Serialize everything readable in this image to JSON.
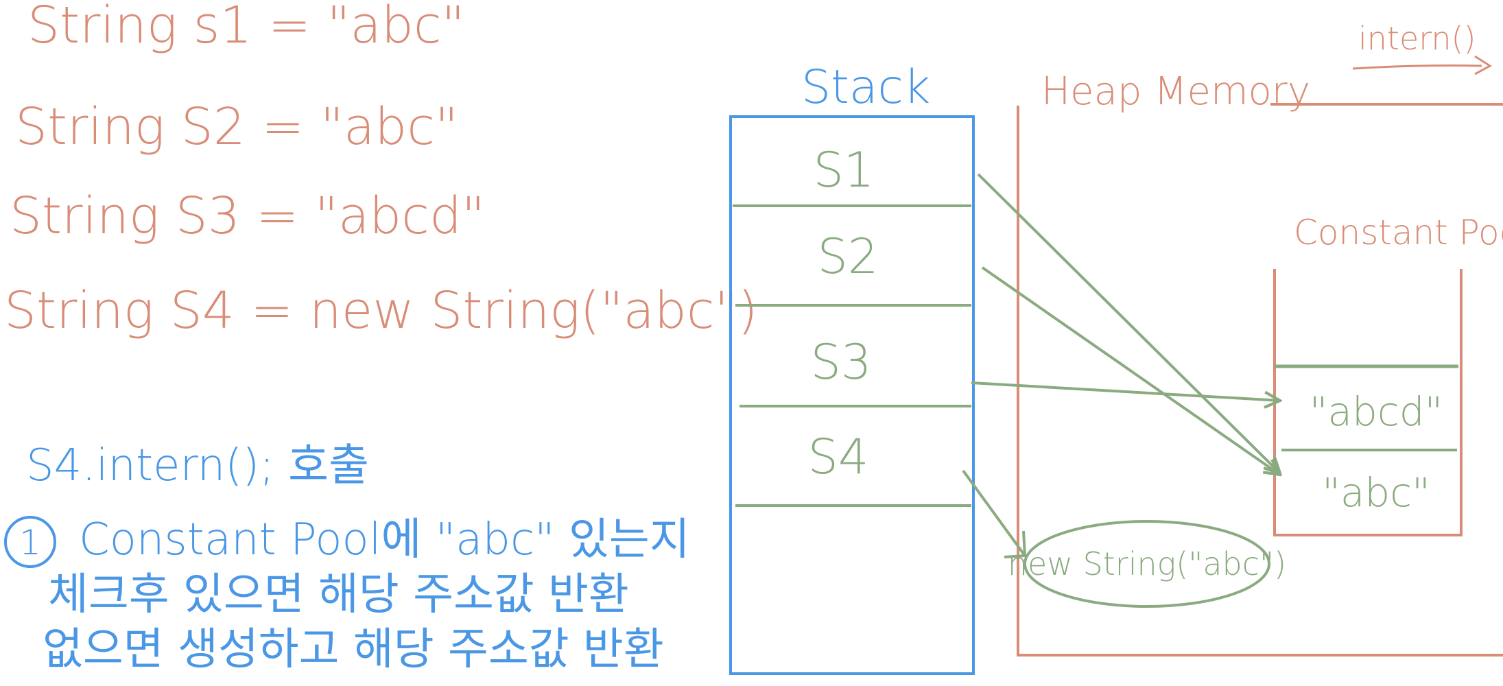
{
  "code": {
    "lines": [
      "String  s1 = \"abc\"",
      "String  S2 = \"abc\"",
      "String  S3 = \"abcd\"",
      "String  S4 = new String(\"abc\")"
    ]
  },
  "note": {
    "call_line": "S4.intern(); 호출",
    "step_number": "1",
    "step_line_1": "Constant Pool에 \"abc\" 있는지",
    "step_line_2": "체크후  있으면  해당  주소값  반환",
    "step_line_3": "없으면   생성하고  해당  주소값  반환"
  },
  "stack": {
    "title": "Stack",
    "slots": [
      "S1",
      "S2",
      "S3",
      "S4"
    ]
  },
  "heap": {
    "title": "Heap  Memory",
    "intern_label": "intern()",
    "constant_pool": {
      "title": "Constant Pool",
      "items": [
        "\"abcd\"",
        "\"abc\""
      ]
    },
    "new_object": "new String(\"abc\")"
  },
  "colors": {
    "salmon": "#d98c76",
    "blue": "#4a97e6",
    "green": "#8aaa80"
  }
}
